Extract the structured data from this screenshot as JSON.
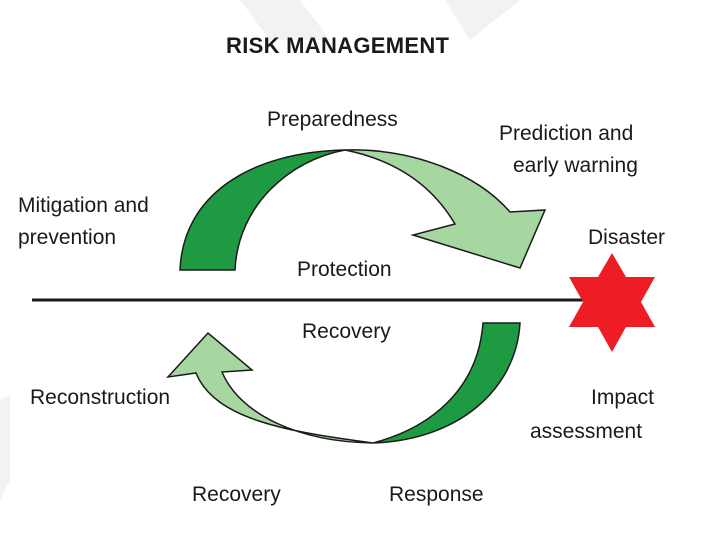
{
  "title": "RISK MANAGEMENT",
  "labels": {
    "preparedness": "Preparedness",
    "prediction_line1": "Prediction and",
    "prediction_line2": "early warning",
    "mitigation_line1": "Mitigation and",
    "mitigation_line2": "prevention",
    "disaster": "Disaster",
    "protection": "Protection",
    "recovery_top": "Recovery",
    "reconstruction": "Reconstruction",
    "impact_line1": "Impact",
    "impact_line2": "assessment",
    "recovery_bottom": "Recovery",
    "response": "Response"
  },
  "colors": {
    "arrow_dark": "#1e9a43",
    "arrow_light": "#a6d7a1",
    "arrow_stroke": "#1a1a1a",
    "disaster_star": "#ee1c24",
    "timeline": "#1a1a1a"
  }
}
